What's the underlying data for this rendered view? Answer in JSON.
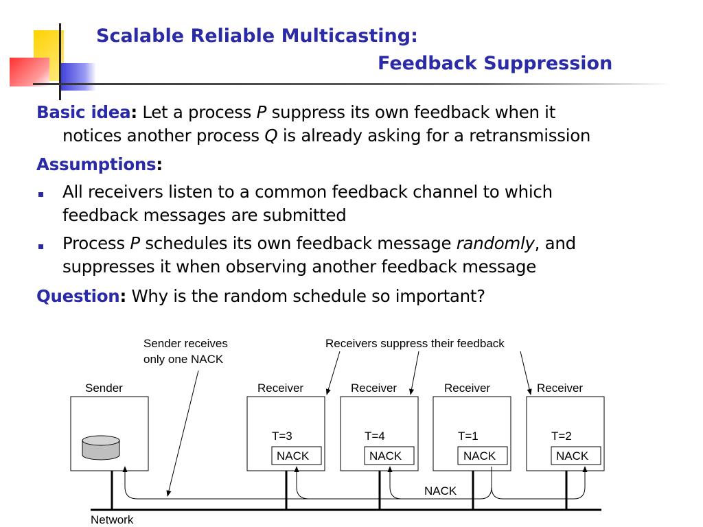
{
  "title": {
    "line1": "Scalable Reliable Multicasting:",
    "line2": "Feedback Suppression"
  },
  "body": {
    "basic_idea_label": "Basic idea",
    "basic_idea_colon": ":",
    "basic_idea_text_1a": "Let a process",
    "basic_idea_p": "P",
    "basic_idea_text_1b": "suppress its own feedback when it",
    "basic_idea_text_2a": "notices another process",
    "basic_idea_q": "Q",
    "basic_idea_text_2b": "is already asking for a retransmission",
    "assumptions_label": "Assumptions",
    "assumptions_colon": ":",
    "bullet1_line1": "All receivers listen to a common feedback channel to which",
    "bullet1_line2": "feedback messages are submitted",
    "bullet2_line1a": "Process",
    "bullet2_p": "P",
    "bullet2_line1b": "schedules its own feedback message",
    "bullet2_randomly": "randomly",
    "bullet2_line1c": ", and",
    "bullet2_line2": "suppresses it when observing another feedback message",
    "question_label": "Question",
    "question_colon": ":",
    "question_text": "Why is the random schedule so important?"
  },
  "diagram": {
    "sender_label": "Sender",
    "receiver_label": "Receiver",
    "annotation_sender_line1": "Sender receives",
    "annotation_sender_line2": "only one NACK",
    "annotation_receivers": "Receivers suppress their feedback",
    "timers": [
      "T=3",
      "T=4",
      "T=1",
      "T=2"
    ],
    "nack_label": "NACK",
    "network_label": "Network"
  }
}
